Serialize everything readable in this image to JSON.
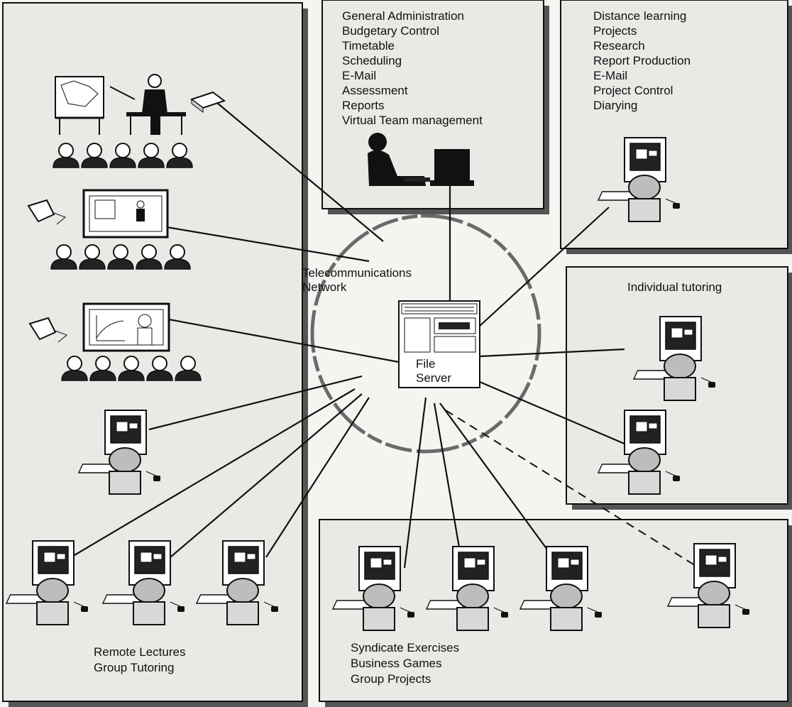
{
  "network_label_line1": "Telecommunications",
  "network_label_line2": "Network",
  "server_label_line1": "File",
  "server_label_line2": "Server",
  "admin_panel": {
    "items": [
      "General Administration",
      "Budgetary Control",
      "Timetable",
      "Scheduling",
      "E-Mail",
      "Assessment",
      "Reports",
      "Virtual Team management"
    ]
  },
  "distance_panel": {
    "items": [
      "Distance learning",
      "Projects",
      "Research",
      "Report Production",
      "E-Mail",
      "Project Control",
      "Diarying"
    ]
  },
  "tutoring_panel": {
    "title": "Individual tutoring"
  },
  "remote_panel": {
    "caption_line1": "Remote Lectures",
    "caption_line2": "Group Tutoring"
  },
  "syndicate_panel": {
    "caption_line1": "Syndicate Exercises",
    "caption_line2": "Business Games",
    "caption_line3": "Group Projects"
  }
}
